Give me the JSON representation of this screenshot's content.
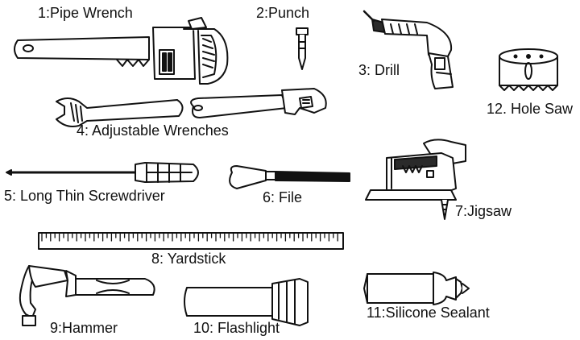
{
  "colors": {
    "ink": "#111111",
    "paper": "#ffffff",
    "shade": "#2a2a2a"
  },
  "tools": [
    {
      "id": "pipe-wrench",
      "label": "1:Pipe Wrench",
      "icon": "pipe-wrench-icon"
    },
    {
      "id": "punch",
      "label": "2:Punch",
      "icon": "punch-icon"
    },
    {
      "id": "drill",
      "label": "3: Drill",
      "icon": "drill-icon"
    },
    {
      "id": "adjustable-wrenches",
      "label": "4: Adjustable Wrenches",
      "icon": "adjustable-wrench-icon"
    },
    {
      "id": "screwdriver",
      "label": "5: Long Thin Screwdriver",
      "icon": "screwdriver-icon"
    },
    {
      "id": "file",
      "label": "6: File",
      "icon": "file-icon"
    },
    {
      "id": "jigsaw",
      "label": "7:Jigsaw",
      "icon": "jigsaw-icon"
    },
    {
      "id": "yardstick",
      "label": "8: Yardstick",
      "icon": "yardstick-icon"
    },
    {
      "id": "hammer",
      "label": "9:Hammer",
      "icon": "hammer-icon"
    },
    {
      "id": "flashlight",
      "label": "10: Flashlight",
      "icon": "flashlight-icon"
    },
    {
      "id": "silicone-sealant",
      "label": "11:Silicone Sealant",
      "icon": "sealant-tube-icon"
    },
    {
      "id": "hole-saw",
      "label": "12. Hole Saw",
      "icon": "hole-saw-icon"
    }
  ]
}
